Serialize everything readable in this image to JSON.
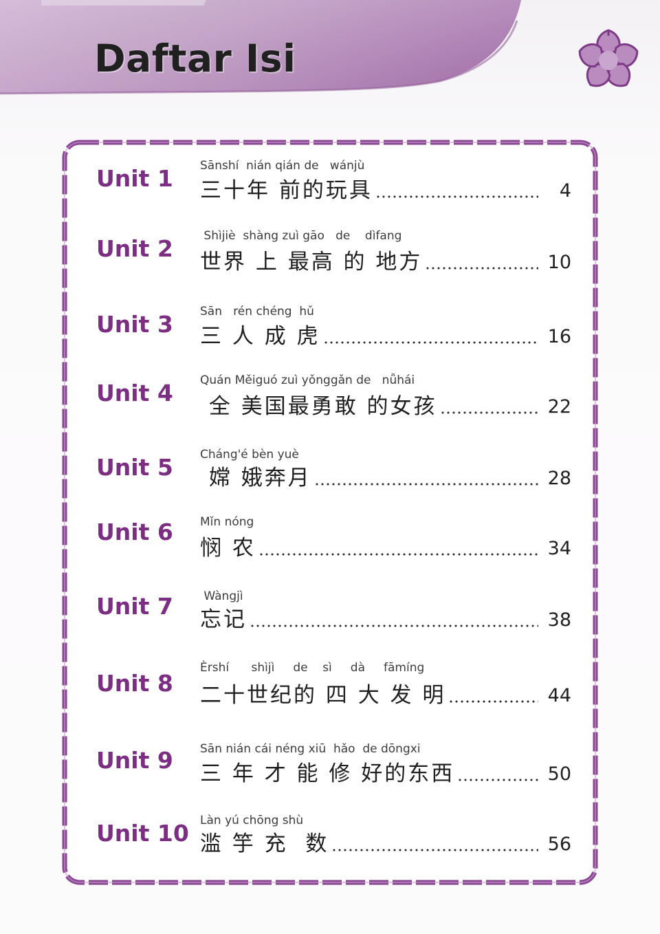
{
  "header": {
    "title": "Daftar Isi",
    "band_color": "#a774ad",
    "band_dark_color": "#8e5a95",
    "flower_color": "#9b579f"
  },
  "toc": {
    "border_color": "#8a4592",
    "unit_color": "#7c2e83",
    "entries": [
      {
        "unit": "Unit 1",
        "pinyin": "Sānshí  nián qián de   wánjù",
        "title": "三十年 前的玩具",
        "page": "4"
      },
      {
        "unit": "Unit 2",
        "pinyin": " Shìjiè  shàng zuì gāo   de    dìfang",
        "title": "世界 上 最高 的 地方",
        "page": "10"
      },
      {
        "unit": "Unit 3",
        "pinyin": "Sān   rén chéng  hǔ",
        "title": "三 人 成 虎",
        "page": "16"
      },
      {
        "unit": "Unit 4",
        "pinyin": "Quán Měiguó zuì yǒnggǎn de   nǚhái",
        "title": " 全 美国最勇敢 的女孩",
        "page": "22"
      },
      {
        "unit": "Unit 5",
        "pinyin": "Cháng'é bèn yuè",
        "title": " 嫦 娥奔月",
        "page": "28"
      },
      {
        "unit": "Unit 6",
        "pinyin": "Mǐn nóng",
        "title": "悯 农",
        "page": "34"
      },
      {
        "unit": "Unit 7",
        "pinyin": " Wàngjì",
        "title": "忘记",
        "page": "38"
      },
      {
        "unit": "Unit 8",
        "pinyin": "Èrshí      shìjì     de    sì     dà     fāmíng",
        "title": "二十世纪的 四 大 发 明",
        "page": "44"
      },
      {
        "unit": "Unit 9",
        "pinyin": "Sān nián cái néng xiū  hǎo  de dōngxi",
        "title": "三 年 才 能 修 好的东西",
        "page": "50"
      },
      {
        "unit": "Unit 10",
        "pinyin": "Làn yú chōng shù",
        "title": "滥 竽 充  数",
        "page": "56"
      }
    ]
  }
}
